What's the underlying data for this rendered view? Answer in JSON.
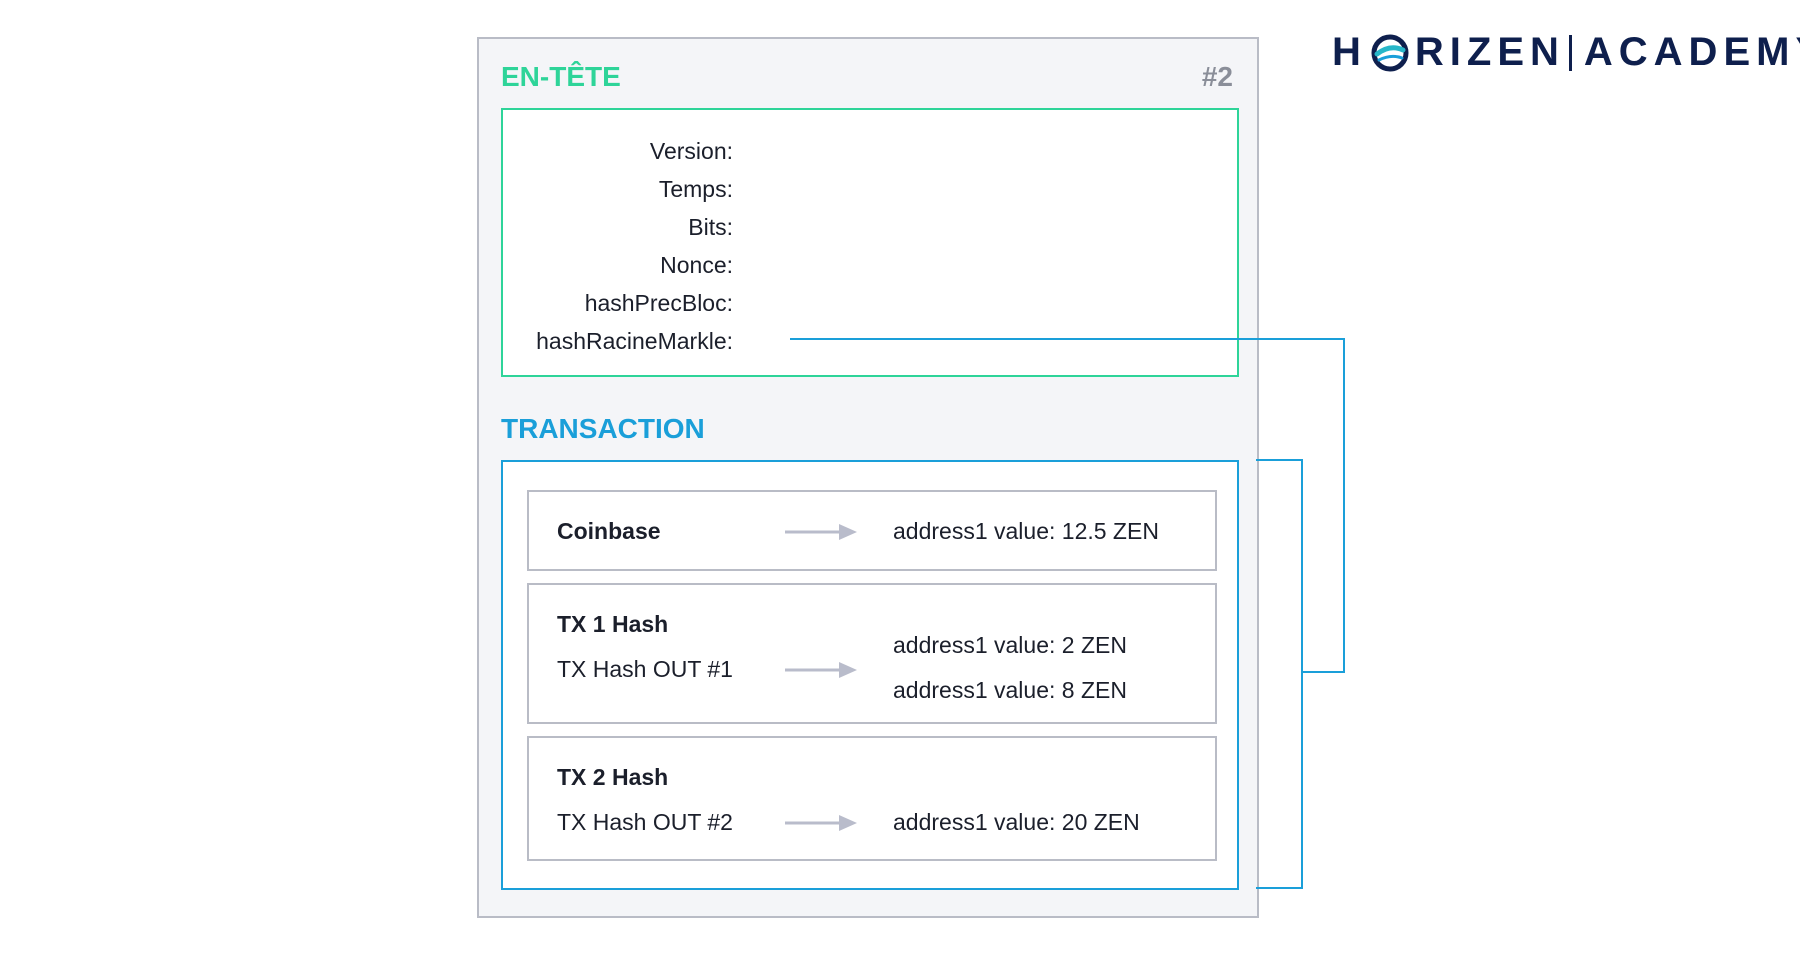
{
  "logo": {
    "brand": "HORIZEN",
    "brand_letters": "H",
    "brand_rest": "RIZEN",
    "product": "ACADEMY",
    "colors": {
      "navy": "#0e1f4d",
      "teal": "#27b7c9",
      "blue": "#1a9fd9"
    }
  },
  "block": {
    "number": "#2",
    "header": {
      "title": "EN-TÊTE",
      "fields": [
        "Version:",
        "Temps:",
        "Bits:",
        "Nonce:",
        "hashPrecBloc:",
        "hashRacineMarkle:"
      ]
    },
    "transactions": {
      "title": "TRANSACTION",
      "rows": [
        {
          "name": "Coinbase",
          "outputs": [
            "address1 value: 12.5 ZEN"
          ]
        },
        {
          "name": "TX 1 Hash",
          "out_label": "TX Hash OUT #1",
          "outputs": [
            "address1 value: 2 ZEN",
            "address1 value: 8 ZEN"
          ]
        },
        {
          "name": "TX 2 Hash",
          "out_label": "TX Hash OUT #2",
          "outputs": [
            "address1 value: 20 ZEN"
          ]
        }
      ]
    }
  },
  "colors": {
    "header_green": "#2ed499",
    "transaction_blue": "#1a9fd9",
    "block_border": "#b9bcc6",
    "block_bg": "#f4f5f8",
    "arrow": "#b9bccb"
  }
}
